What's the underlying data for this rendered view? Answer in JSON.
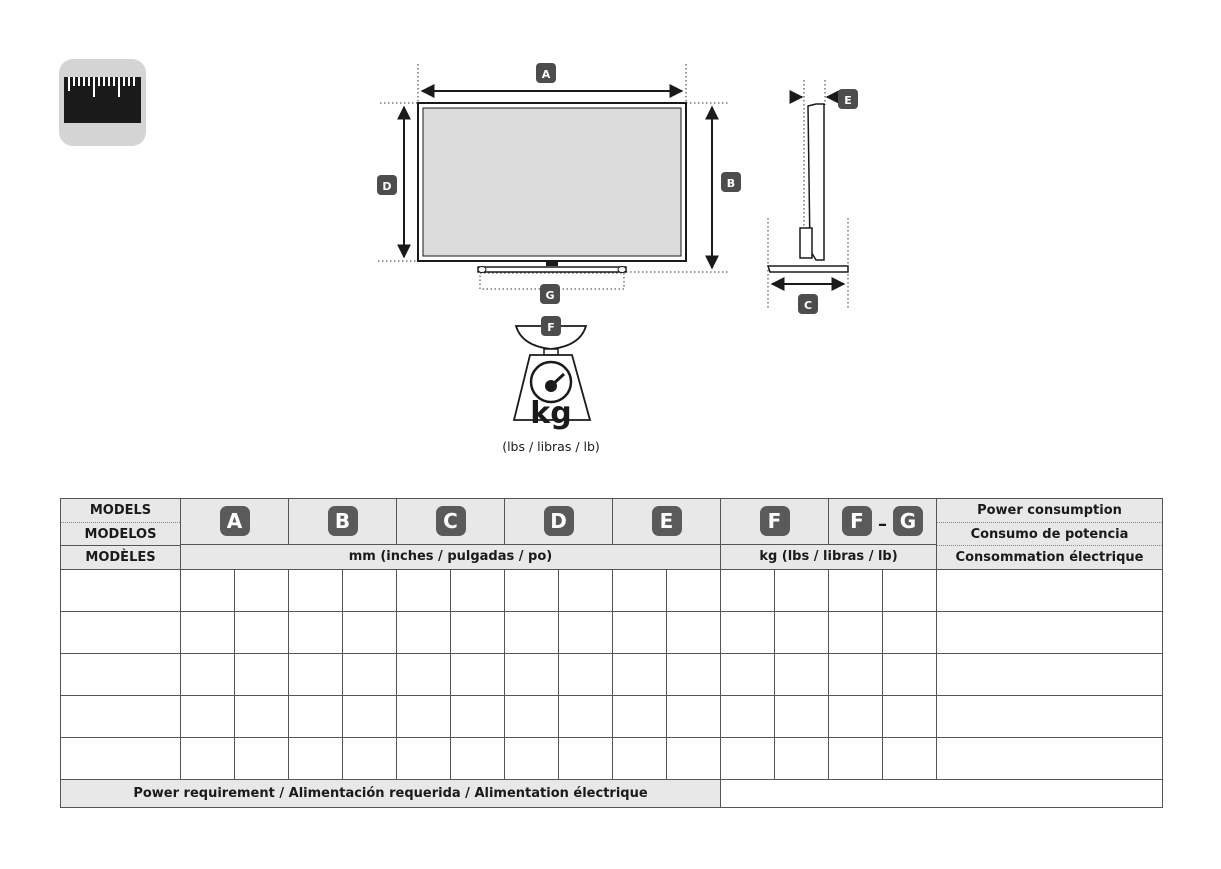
{
  "diagram": {
    "dimension_labels": [
      "A",
      "B",
      "C",
      "D",
      "E",
      "F",
      "G"
    ],
    "weight_unit": "kg",
    "weight_units_note": "(lbs / libras / lb)"
  },
  "table": {
    "models_labels": [
      "MODELS",
      "MODELOS",
      "MODÈLES"
    ],
    "dimension_columns": [
      "A",
      "B",
      "C",
      "D",
      "E"
    ],
    "weight_columns": [
      "F",
      "F",
      "G"
    ],
    "weight_dash": "–",
    "dimension_unit": "mm (inches / pulgadas / po)",
    "weight_unit": "kg (lbs / libras / lb)",
    "power_labels": [
      "Power consumption",
      "Consumo de potencia",
      "Consommation électrique"
    ],
    "footer_label": "Power requirement / Alimentación requerida / Alimentation électrique",
    "colors": {
      "header_bg": "#e8e8e8",
      "badge": "#5a5a5a"
    }
  }
}
